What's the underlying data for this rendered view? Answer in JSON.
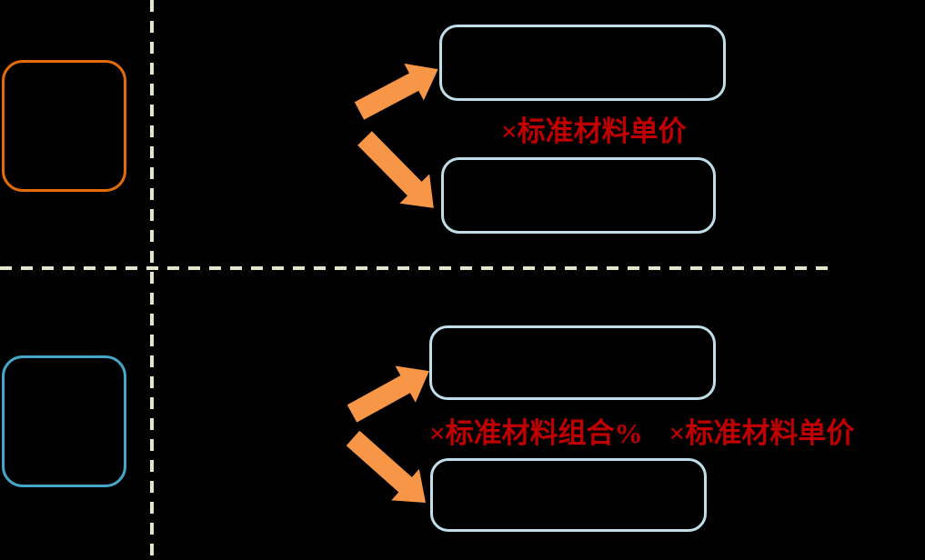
{
  "diagram": {
    "top_section": {
      "formula_label": "×标准材料单价"
    },
    "bottom_section": {
      "formula_label_1": "×标准材料组合%",
      "formula_label_2": "×标准材料单价"
    }
  },
  "colors": {
    "background": "#000000",
    "orange_box_border": "#E36C09",
    "blue_box_border": "#45A6C7",
    "light_blue_box_border": "#BFDEEA",
    "arrow_fill": "#F79646",
    "dashed_line": "#DFE8C9",
    "formula_text": "#C00000"
  }
}
